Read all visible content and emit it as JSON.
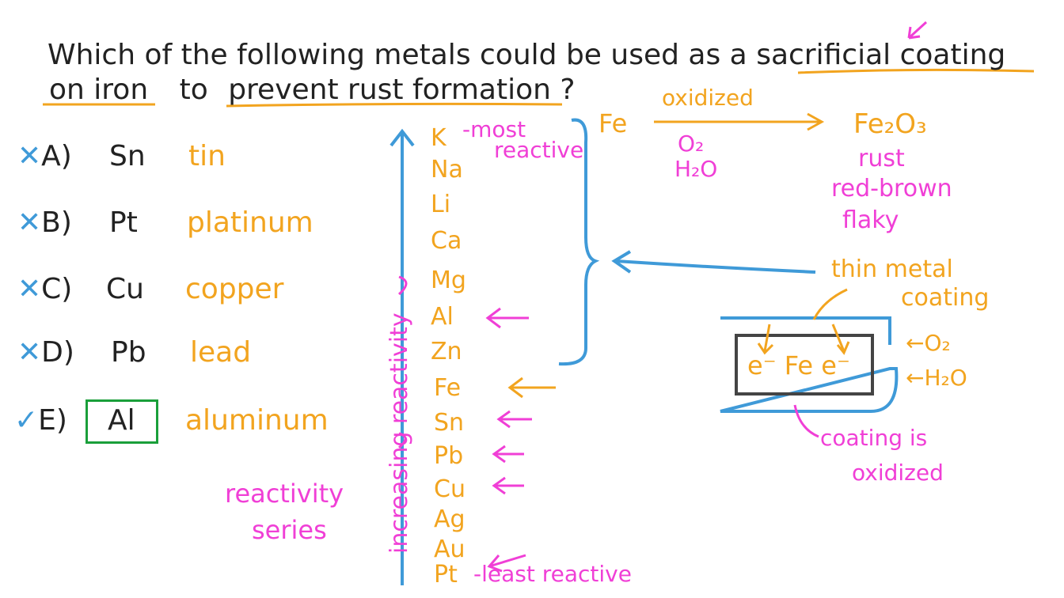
{
  "question": {
    "line1_start": "Which of the following metals could be used as a",
    "line1_highlight": "sacrificial coating",
    "line2_highlight1": "on iron",
    "line2_mid": "to",
    "line2_highlight2": "prevent rust formation",
    "line2_end": "?"
  },
  "options": [
    {
      "mark": "✕",
      "letter": "A)",
      "symbol": "Sn",
      "name": "tin"
    },
    {
      "mark": "✕",
      "letter": "B)",
      "symbol": "Pt",
      "name": "platinum"
    },
    {
      "mark": "✕",
      "letter": "C)",
      "symbol": "Cu",
      "name": "copper"
    },
    {
      "mark": "✕",
      "letter": "D)",
      "symbol": "Pb",
      "name": "lead"
    },
    {
      "mark": "✓",
      "letter": "E)",
      "symbol": "Al",
      "name": "aluminum"
    }
  ],
  "reactivity": {
    "axis_label": "increasing reactivity",
    "series_label_1": "reactivity",
    "series_label_2": "series",
    "metals": [
      "K",
      "Na",
      "Li",
      "Ca",
      "Mg",
      "Al",
      "Zn",
      "Fe",
      "Sn",
      "Pb",
      "Cu",
      "Ag",
      "Au",
      "Pt"
    ],
    "most_1": "-most",
    "most_2": "reactive",
    "least": "-least reactive"
  },
  "reaction": {
    "reactant": "Fe",
    "arrow_label": "oxidized",
    "conditions_1": "O₂",
    "conditions_2": "H₂O",
    "product": "Fe₂O₃",
    "product_desc_1": "rust",
    "product_desc_2": "red-brown",
    "product_desc_3": "flaky"
  },
  "coating_diagram": {
    "label_1": "thin metal",
    "label_2": "coating",
    "inner": "e⁻ Fe e⁻",
    "o2": "←O₂",
    "h2o": "←H₂O",
    "note_1": "coating is",
    "note_2": "oxidized"
  },
  "colors": {
    "black": "#222222",
    "orange": "#f2a41f",
    "pink": "#f03fd6",
    "blue": "#3f9ad8",
    "green": "#1a9f3a"
  }
}
